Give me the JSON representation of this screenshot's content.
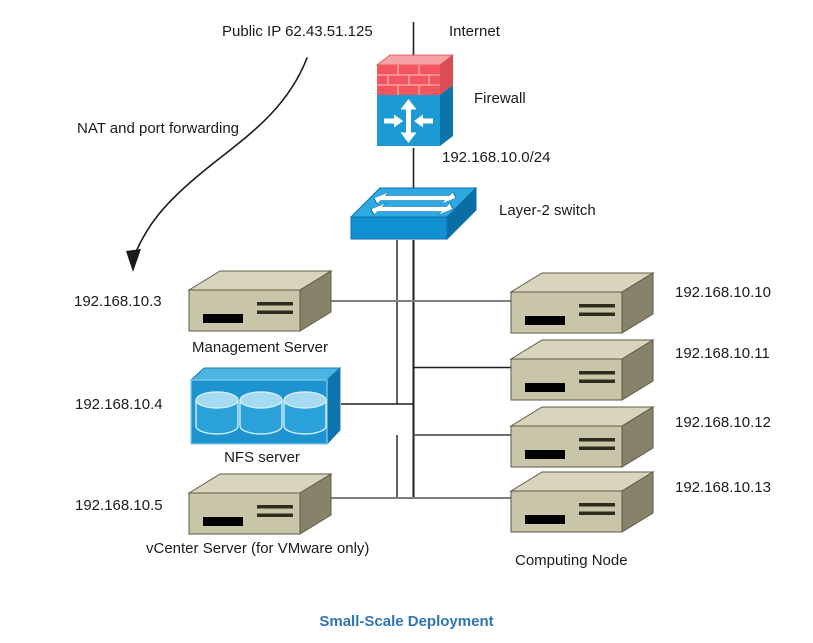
{
  "diagram_title": "Small-Scale Deployment",
  "internet": {
    "label": "Internet",
    "public_ip": "Public IP 62.43.51.125",
    "nat_note": "NAT and port forwarding"
  },
  "firewall": {
    "label": "Firewall"
  },
  "lan": {
    "subnet": "192.168.10.0/24",
    "switch_label": "Layer-2 switch"
  },
  "servers": {
    "management": {
      "ip": "192.168.10.3",
      "label": "Management Server"
    },
    "nfs": {
      "ip": "192.168.10.4",
      "label": "NFS server"
    },
    "vcenter": {
      "ip": "192.168.10.5",
      "label": "vCenter Server (for VMware only)"
    }
  },
  "computing_nodes": {
    "group_label": "Computing Node",
    "nodes": [
      {
        "ip": "192.168.10.10"
      },
      {
        "ip": "192.168.10.11"
      },
      {
        "ip": "192.168.10.12"
      },
      {
        "ip": "192.168.10.13"
      }
    ]
  },
  "colors": {
    "title_blue": "#2e74b5",
    "text": "#1b1b1b",
    "switch_blue": "#1090d0",
    "firewall_brick_red": "#f2555e",
    "firewall_body_blue": "#1b9ad4",
    "server_tan": "#c9c5a8",
    "storage_blue": "#1d93cf",
    "line_dark": "#1f1f1f",
    "line_gray": "#7f7f7f"
  }
}
